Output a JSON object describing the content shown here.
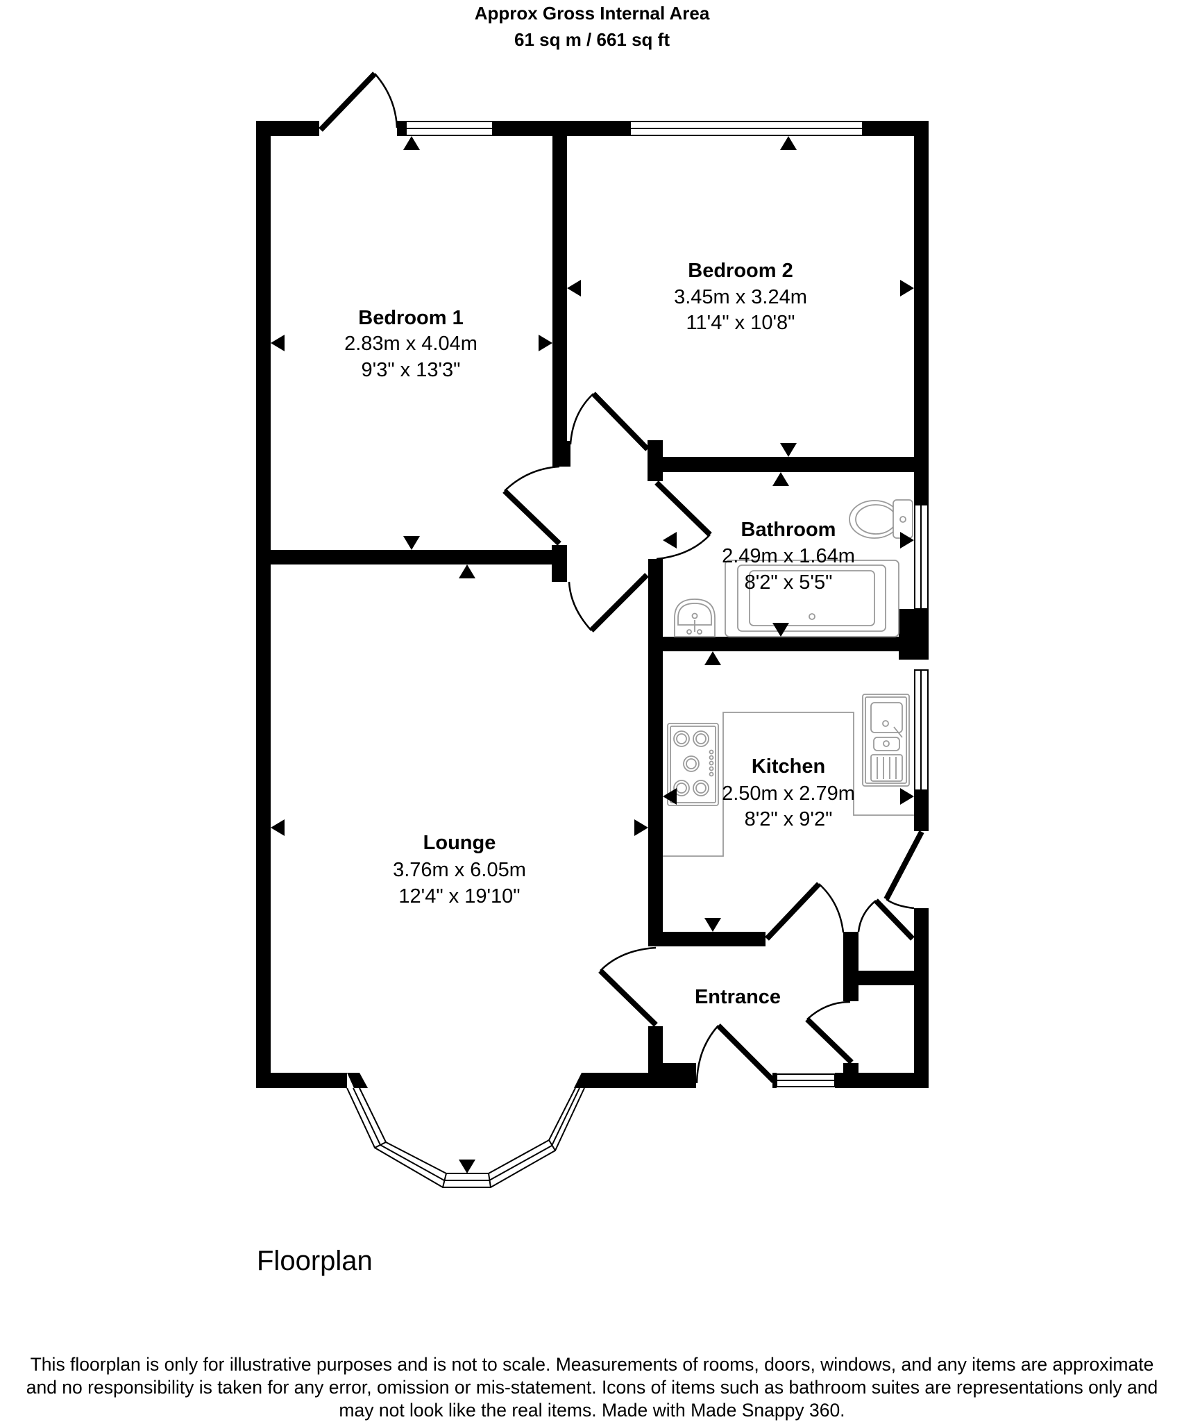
{
  "header": {
    "title_line1": "Approx Gross Internal Area",
    "title_line2": "61 sq m / 661 sq ft"
  },
  "rooms": [
    {
      "name": "Bedroom 1",
      "metric": "2.83m x 4.04m",
      "imperial": "9'3\" x 13'3\""
    },
    {
      "name": "Bedroom 2",
      "metric": "3.45m x 3.24m",
      "imperial": "11'4\" x 10'8\""
    },
    {
      "name": "Bathroom",
      "metric": "2.49m x 1.64m",
      "imperial": "8'2\" x 5'5\""
    },
    {
      "name": "Kitchen",
      "metric": "2.50m x 2.79m",
      "imperial": "8'2\" x 9'2\""
    },
    {
      "name": "Lounge",
      "metric": "3.76m x 6.05m",
      "imperial": "12'4\" x 19'10\""
    },
    {
      "name": "Entrance"
    }
  ],
  "fixtures": [
    "toilet-icon",
    "bathtub-icon",
    "washbasin-icon",
    "hob-icon",
    "kitchen-sink-icon"
  ],
  "floor_label": "Floorplan",
  "disclaimer": {
    "line1": "This floorplan is only for illustrative purposes and is not to scale. Measurements of rooms, doors, windows, and any items are approximate",
    "line2": "and no responsibility is taken for any error, omission or mis-statement. Icons of items such as bathroom suites are representations only and",
    "line3": "may not look like the real items. Made with Made Snappy 360."
  },
  "colors": {
    "walls": "#000000",
    "background": "#ffffff",
    "fixtures": "#9a9a9a"
  }
}
